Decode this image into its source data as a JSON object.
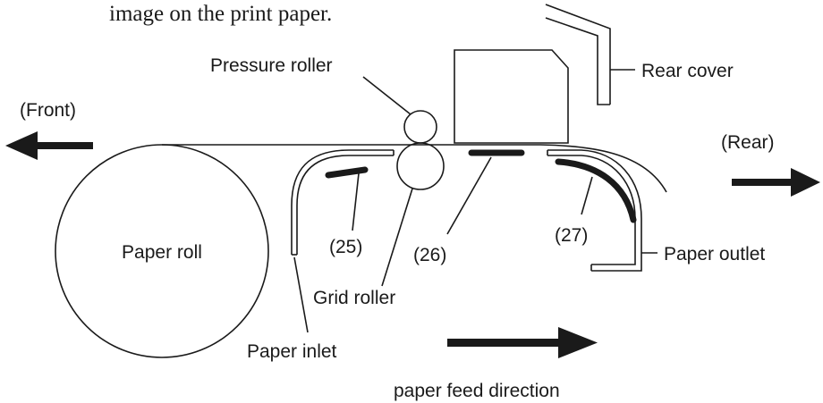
{
  "caption_fragment": "image on the print paper.",
  "labels": {
    "pressure_roller": "Pressure roller",
    "rear_cover": "Rear cover",
    "front": "(Front)",
    "rear": "(Rear)",
    "paper_roll": "Paper roll",
    "label_25": "(25)",
    "label_26": "(26)",
    "label_27": "(27)",
    "paper_outlet": "Paper outlet",
    "grid_roller": "Grid roller",
    "paper_inlet": "Paper inlet",
    "feed_direction": "paper feed direction"
  },
  "colors": {
    "ink": "#1a1a1a",
    "background": "#ffffff"
  }
}
